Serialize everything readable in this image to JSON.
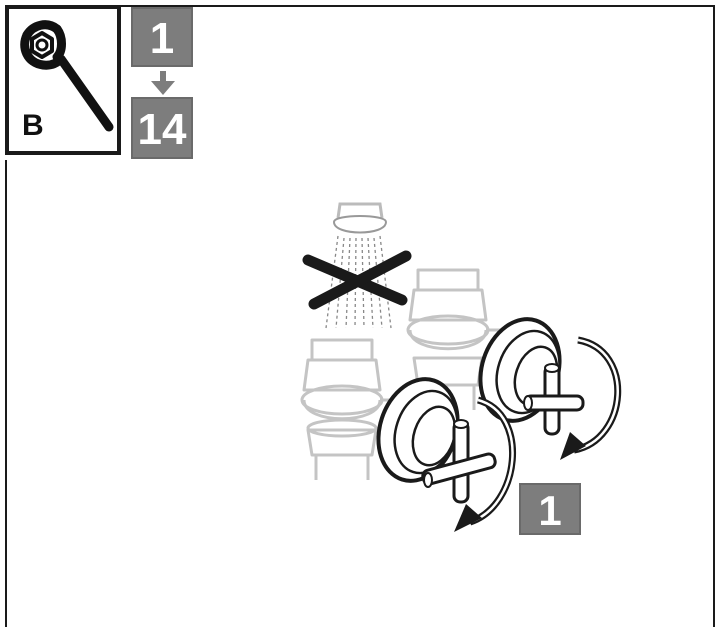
{
  "tool_panel": {
    "letter": "B",
    "icon": "wrench-icon"
  },
  "step_range": {
    "from": "1",
    "to": "14"
  },
  "callout": {
    "label": "1"
  },
  "colors": {
    "step_box": "#7d7d7d",
    "line": "#1a1a1a",
    "faded": "#c8c8c8"
  }
}
